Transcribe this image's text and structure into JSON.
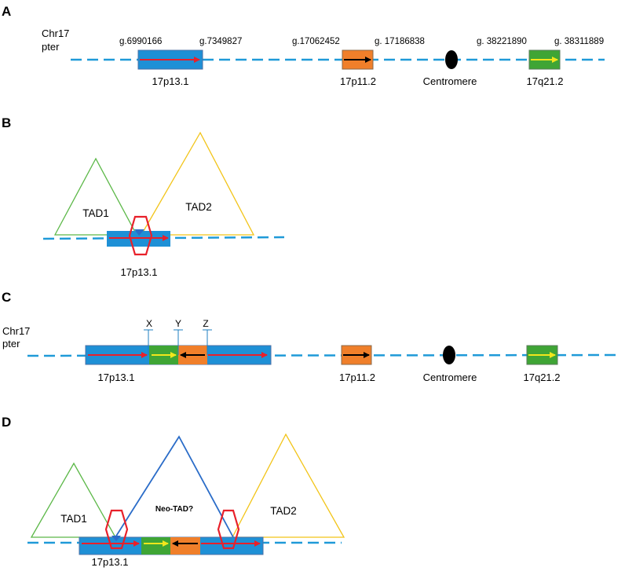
{
  "panels": {
    "A": {
      "letter": "A",
      "chrom_label": [
        "Chr17",
        "pter"
      ],
      "coords": [
        "g.6990166",
        "g.7349827",
        "g.17062452",
        "g. 17186838",
        "g. 38221890",
        "g. 38311889"
      ],
      "regions": [
        "17p13.1",
        "17p11.2",
        "Centromere",
        "17q21.2"
      ]
    },
    "B": {
      "letter": "B",
      "tads": [
        "TAD1",
        "TAD2"
      ],
      "region": "17p13.1"
    },
    "C": {
      "letter": "C",
      "chrom_label": [
        "Chr17",
        "pter"
      ],
      "markers": [
        "X",
        "Y",
        "Z"
      ],
      "regions": [
        "17p13.1",
        "17p11.2",
        "Centromere",
        "17q21.2"
      ]
    },
    "D": {
      "letter": "D",
      "tads": [
        "TAD1",
        "Neo-TAD?",
        "TAD2"
      ],
      "region": "17p13.1"
    }
  },
  "colors": {
    "chromosome_line": "#1f9ad8",
    "region_17p13_1": "#1e90d6",
    "region_17p11_2": "#f07f2a",
    "region_17q21_2": "#3fa535",
    "centromere": "#000000",
    "arrow_17p13_1": "#e8202a",
    "arrow_17p11_2": "#000000",
    "arrow_17q21_2": "#f2e61c",
    "tad1": "#5cb848",
    "tad2": "#f2c418",
    "neo_tad": "#2a6cc8",
    "ctcf_hexagon": "#e8202a",
    "marker_line": "#1f7fc0"
  }
}
